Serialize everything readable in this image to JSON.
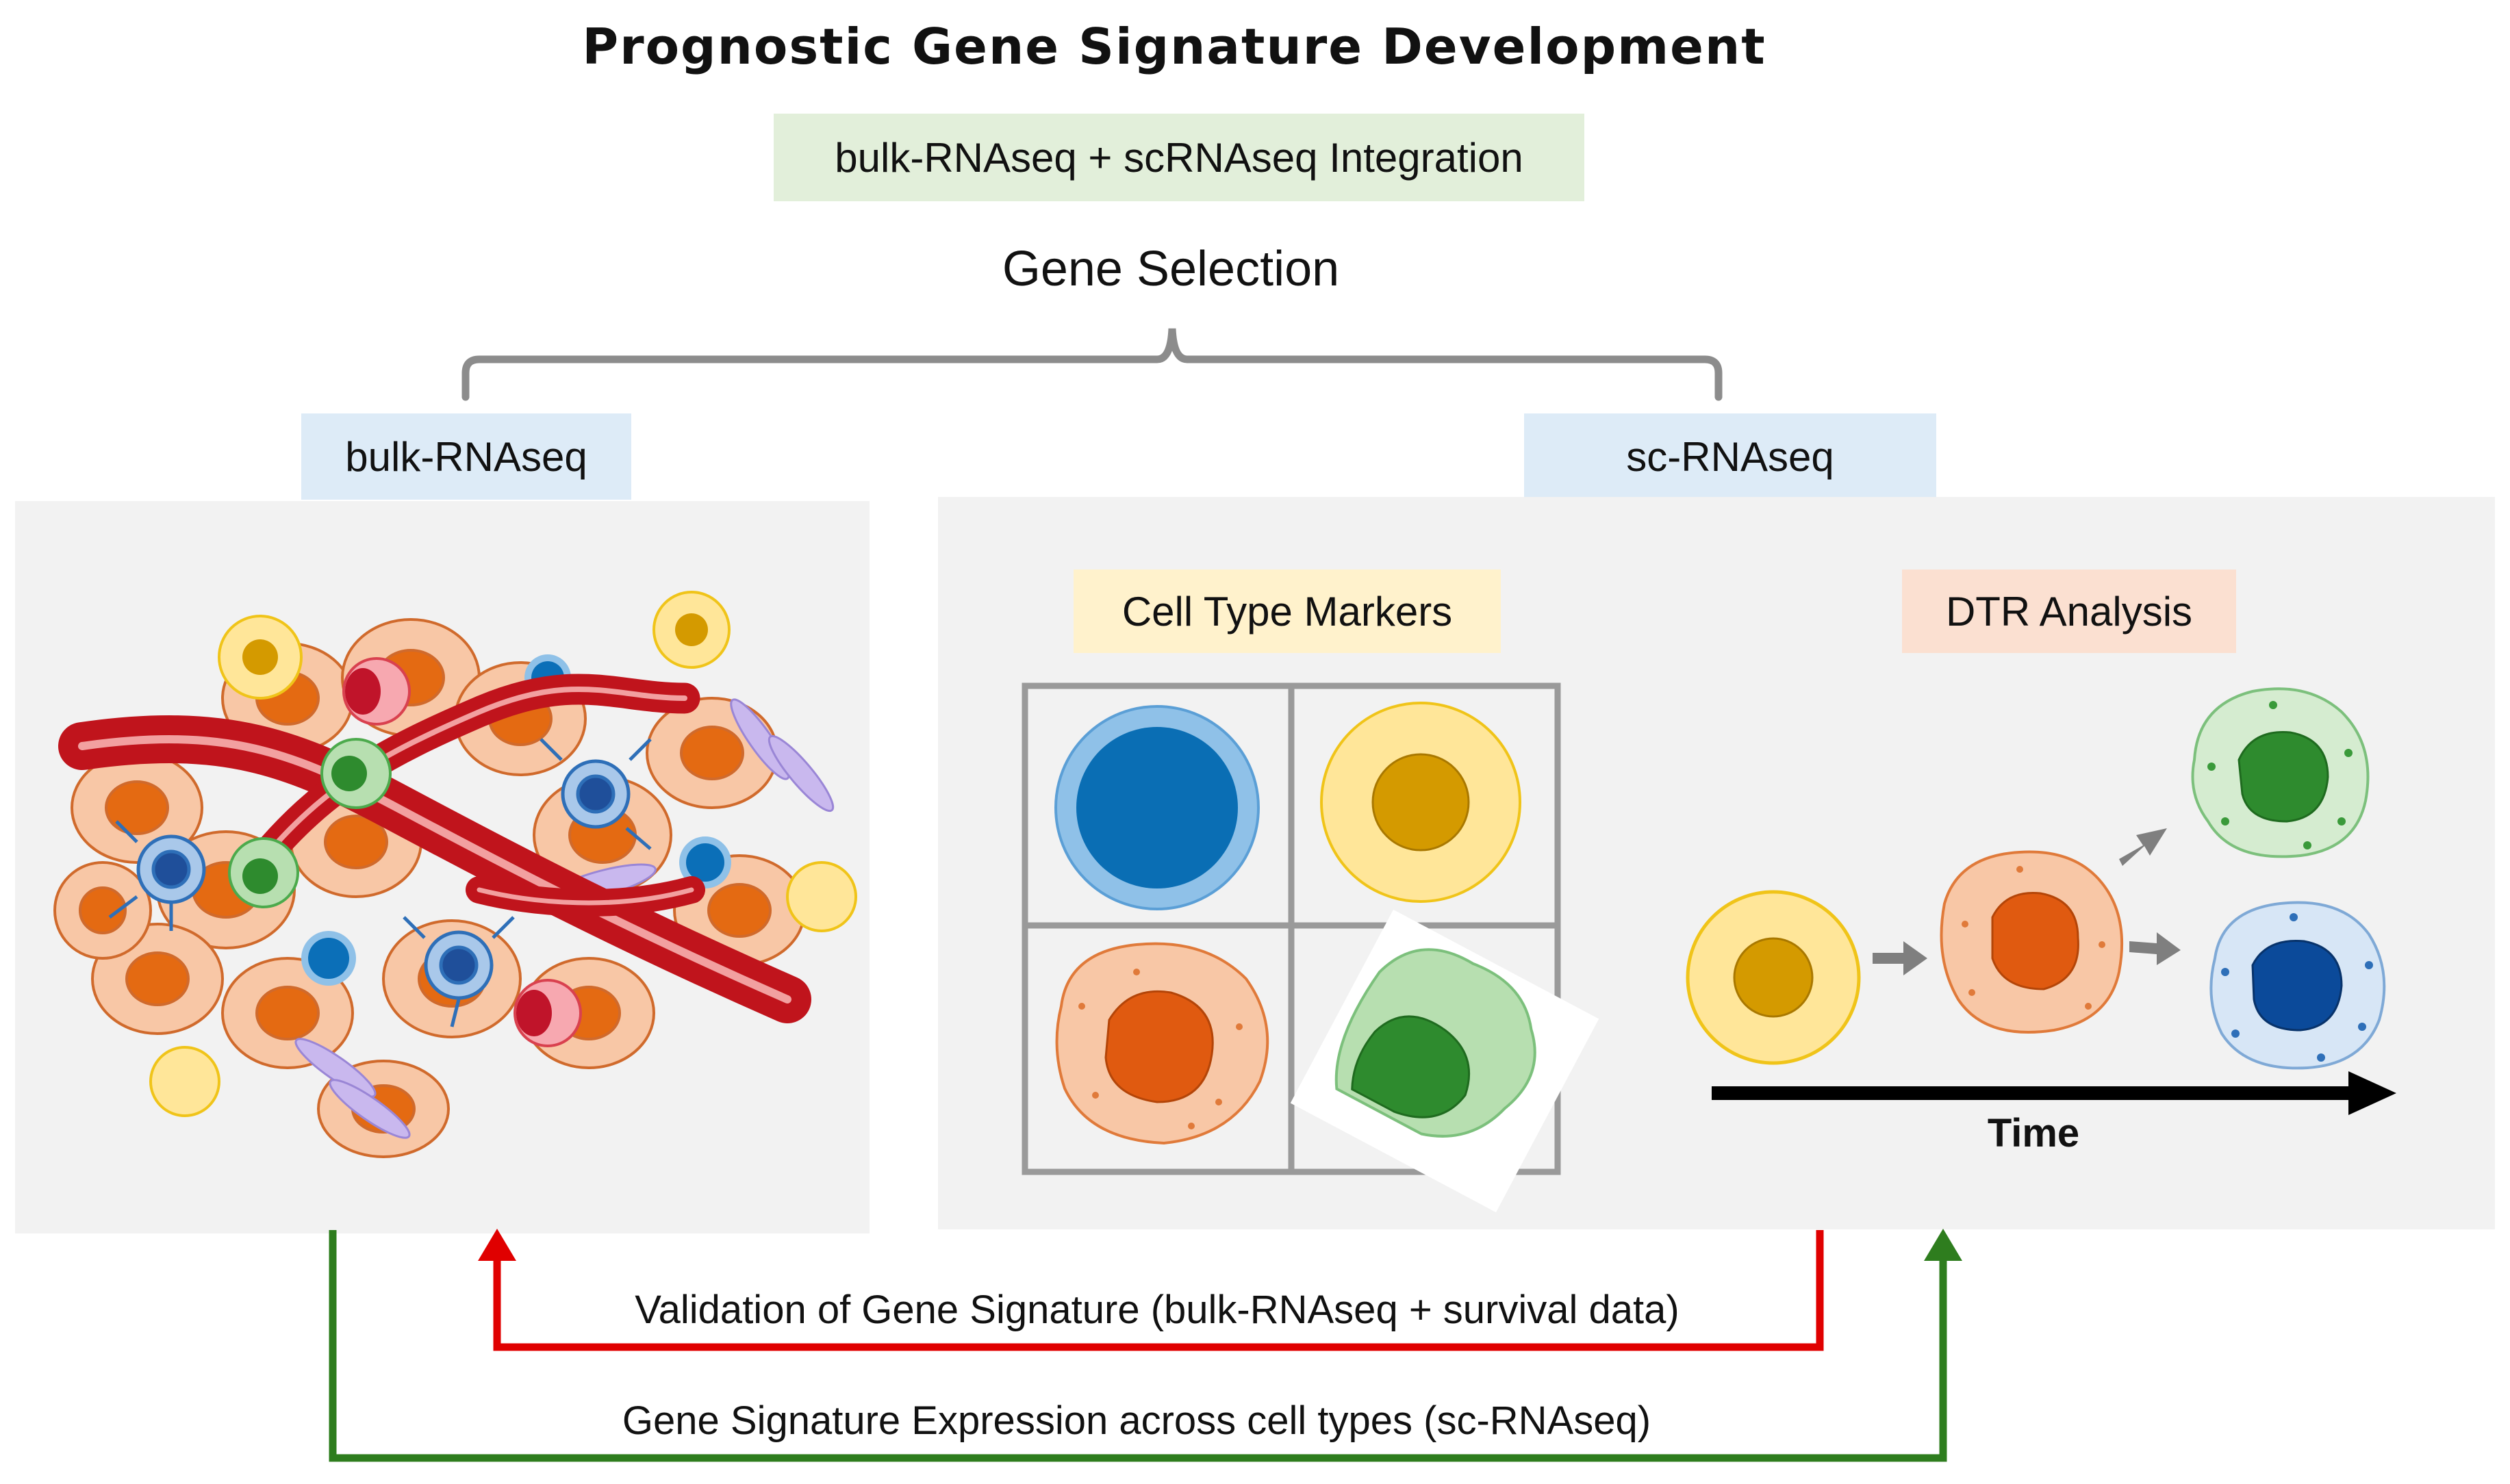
{
  "title": "Prognostic Gene Signature Development",
  "integration_label": "bulk-RNAseq + scRNAseq Integration",
  "gene_selection_label": "Gene Selection",
  "bulk": {
    "label": "bulk-RNAseq"
  },
  "sc": {
    "label": "sc-RNAseq",
    "markers_label": "Cell Type Markers",
    "dtr_label": "DTR Analysis",
    "time_label": "Time"
  },
  "feedback": {
    "validation_label": "Validation of Gene Signature (bulk-RNAseq + survival data)",
    "expression_label": "Gene Signature Expression across cell types (sc-RNAseq)"
  },
  "colors": {
    "validation_arrow": "#e00000",
    "expression_arrow": "#2e7d1e",
    "bracket": "#8c8c8c",
    "vessel": "#c0141c",
    "time_arrow": "#000000"
  }
}
